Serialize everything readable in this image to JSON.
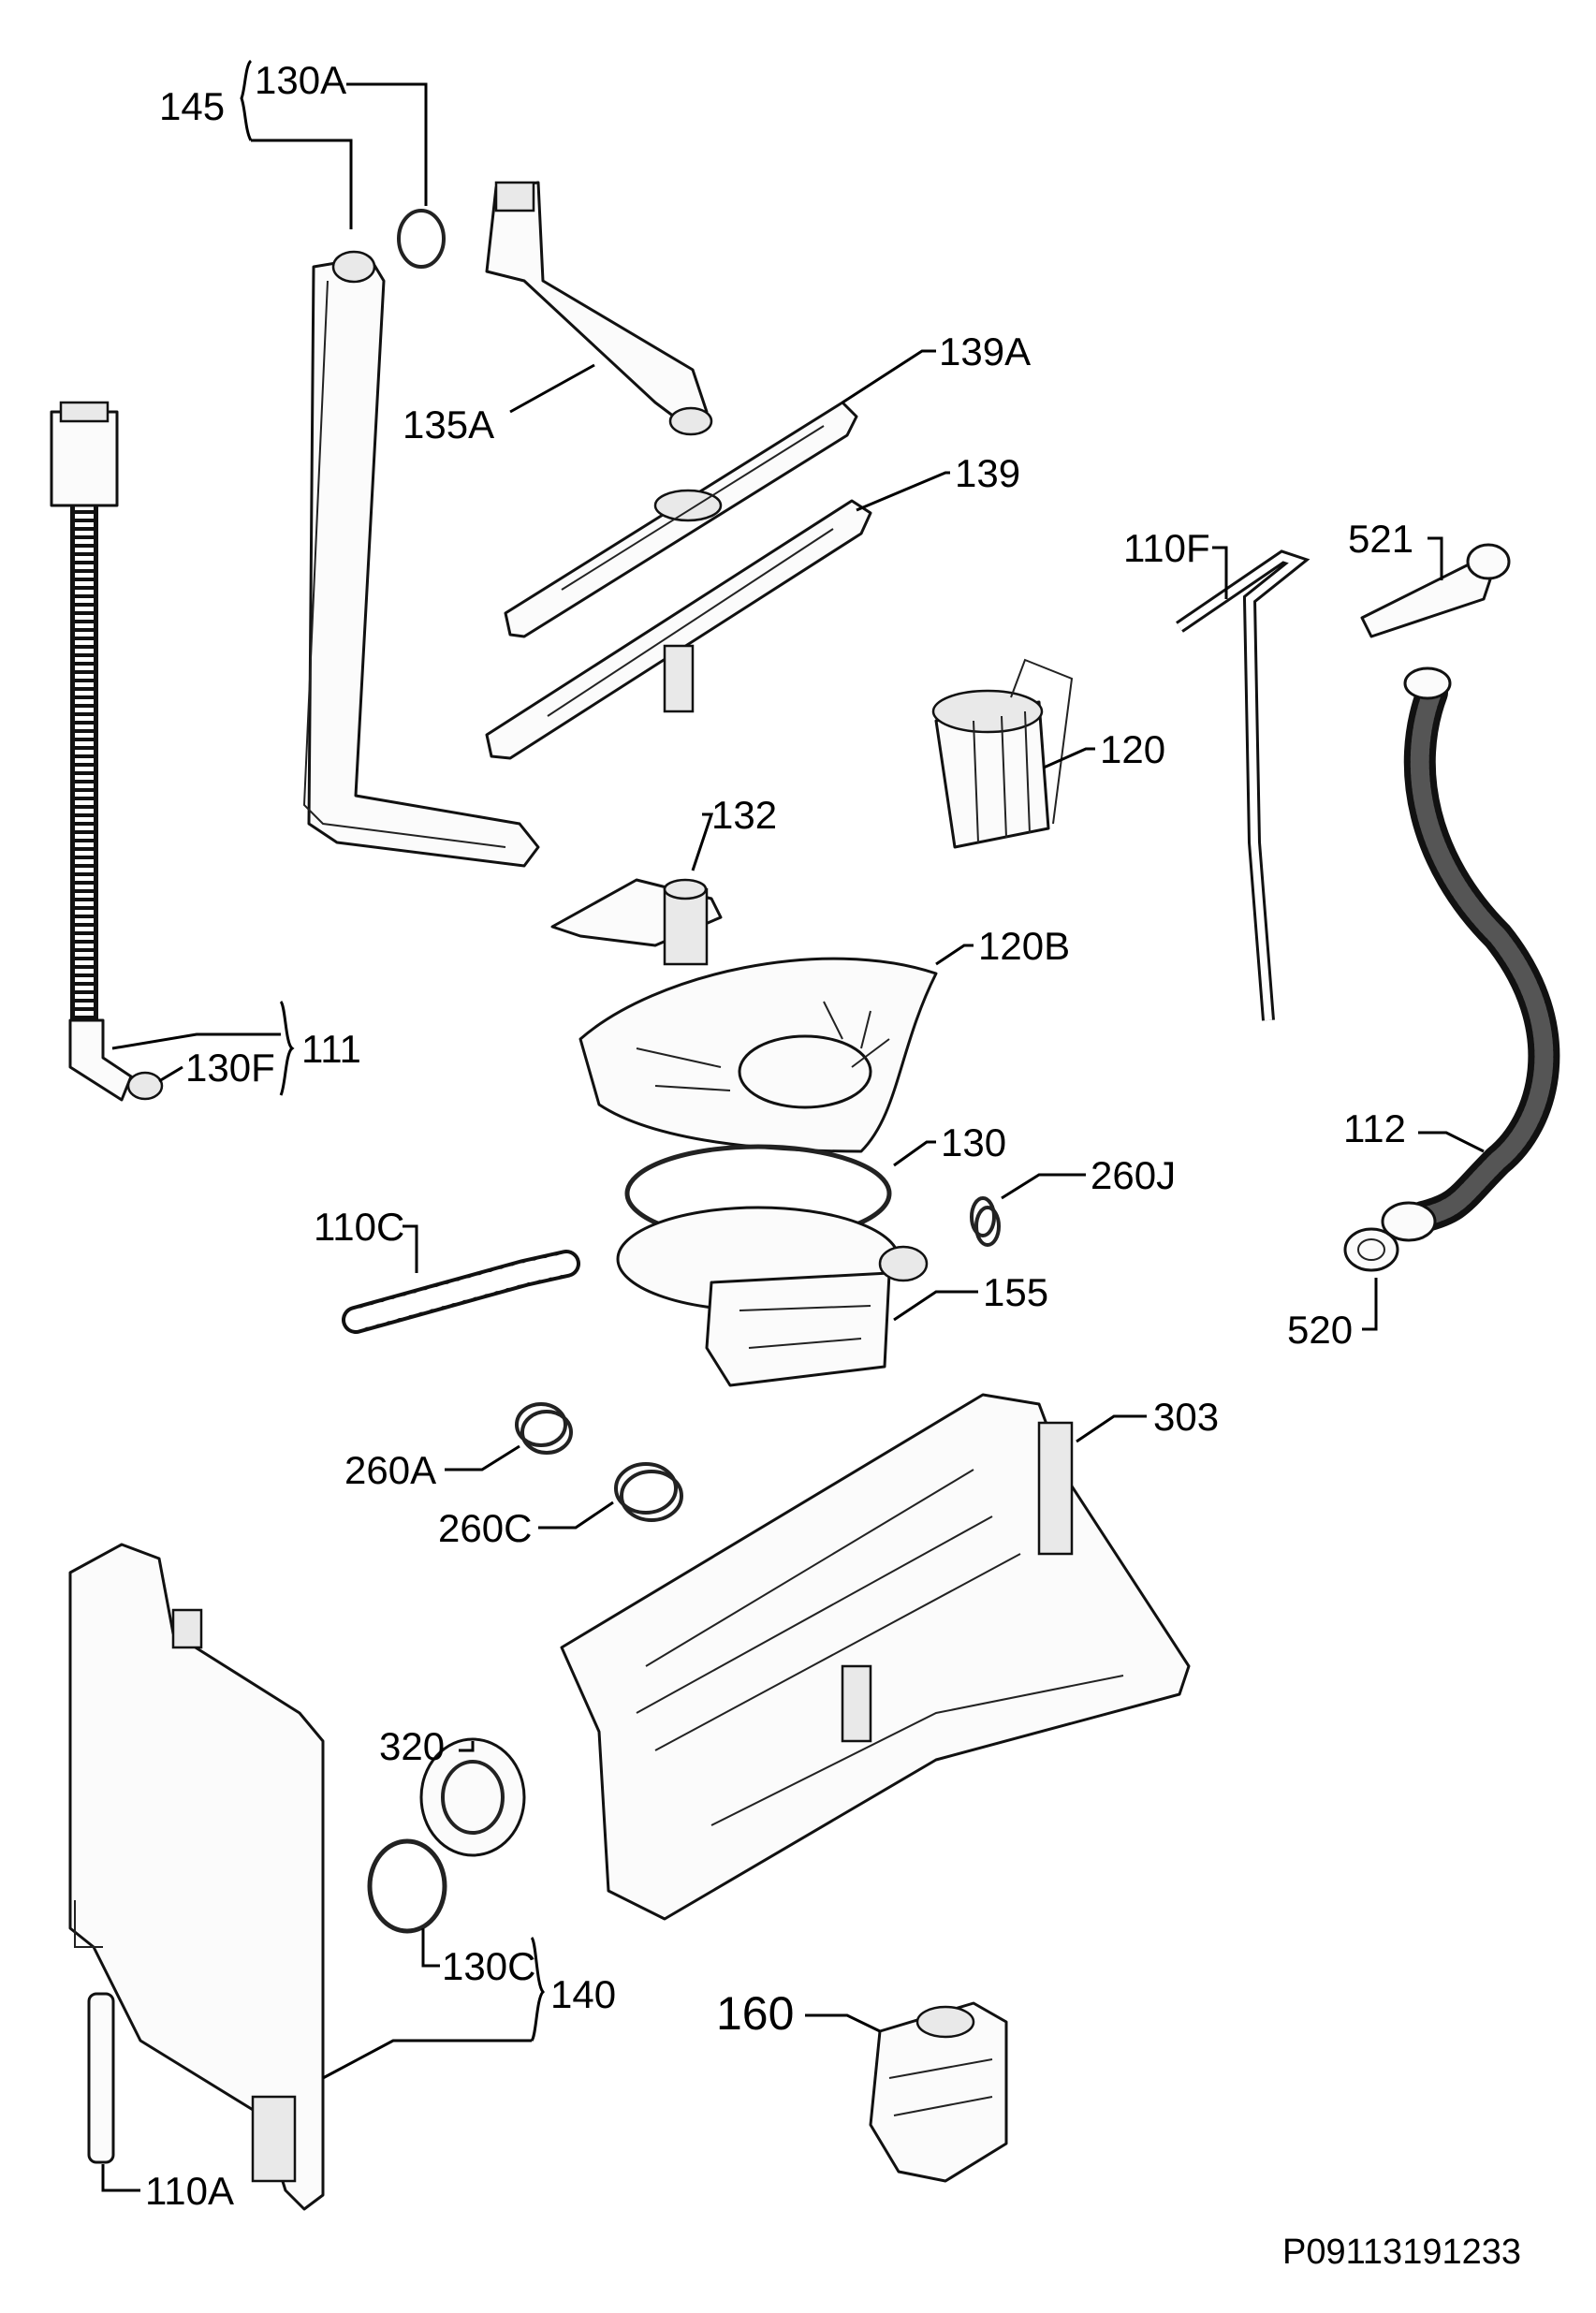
{
  "diagram_id": "P09113191233",
  "labels": [
    {
      "key": "l145",
      "text": "145"
    },
    {
      "key": "l130A",
      "text": "130A"
    },
    {
      "key": "l135A",
      "text": "135A"
    },
    {
      "key": "l139A",
      "text": "139A"
    },
    {
      "key": "l139",
      "text": "139"
    },
    {
      "key": "l110F",
      "text": "110F"
    },
    {
      "key": "l521",
      "text": "521"
    },
    {
      "key": "l120",
      "text": "120"
    },
    {
      "key": "l132",
      "text": "132"
    },
    {
      "key": "l120B",
      "text": "120B"
    },
    {
      "key": "l111",
      "text": "111"
    },
    {
      "key": "l130F",
      "text": "130F"
    },
    {
      "key": "l130",
      "text": "130"
    },
    {
      "key": "l260J",
      "text": "260J"
    },
    {
      "key": "l112",
      "text": "112"
    },
    {
      "key": "l110C",
      "text": "110C"
    },
    {
      "key": "l155",
      "text": "155"
    },
    {
      "key": "l520",
      "text": "520"
    },
    {
      "key": "l303",
      "text": "303"
    },
    {
      "key": "l260A",
      "text": "260A"
    },
    {
      "key": "l260C",
      "text": "260C"
    },
    {
      "key": "l320",
      "text": "320"
    },
    {
      "key": "l130C",
      "text": "130C"
    },
    {
      "key": "l140",
      "text": "140"
    },
    {
      "key": "l160",
      "text": "160"
    },
    {
      "key": "l110A",
      "text": "110A"
    }
  ]
}
